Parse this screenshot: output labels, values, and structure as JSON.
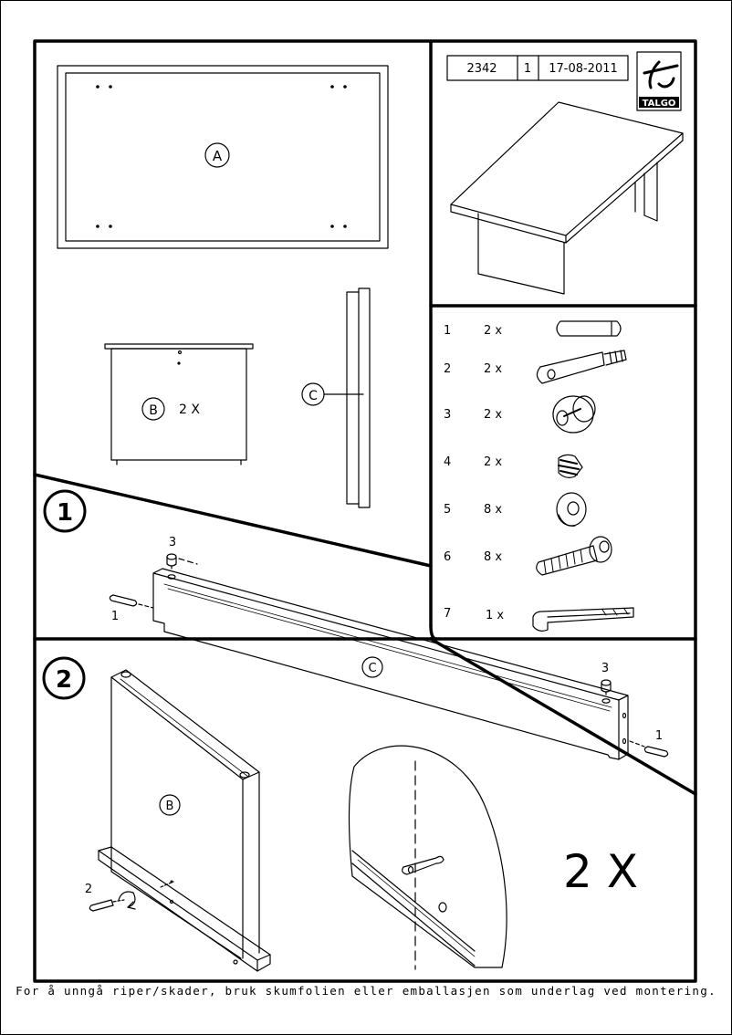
{
  "title_block": {
    "article_no": "2342",
    "sheet_no": "1",
    "date": "17-08-2011",
    "logo_text": "TALGO"
  },
  "parts": {
    "a_label": "A",
    "b_label": "B",
    "b_qty": "2 X",
    "c_label": "C"
  },
  "hardware": [
    {
      "num": "1",
      "qty": "2 x",
      "icon": "dowel-icon"
    },
    {
      "num": "2",
      "qty": "2 x",
      "icon": "cam-bolt-icon"
    },
    {
      "num": "3",
      "qty": "2 x",
      "icon": "cam-lock-icon"
    },
    {
      "num": "4",
      "qty": "2 x",
      "icon": "insert-nut-icon"
    },
    {
      "num": "5",
      "qty": "8 x",
      "icon": "washer-icon"
    },
    {
      "num": "6",
      "qty": "8 x",
      "icon": "socket-bolt-icon"
    },
    {
      "num": "7",
      "qty": "1 x",
      "icon": "allen-key-icon"
    }
  ],
  "step1": {
    "number": "1",
    "label_c": "C",
    "callout_3_left": "3",
    "callout_1_left": "1",
    "callout_3_right": "3",
    "callout_1_right": "1"
  },
  "step2": {
    "number": "2",
    "label_b": "B",
    "callout_2": "2",
    "multiplier": "2 X"
  },
  "footer": "For å unngå riper/skader, bruk skumfolien eller emballasjen som underlag ved montering."
}
